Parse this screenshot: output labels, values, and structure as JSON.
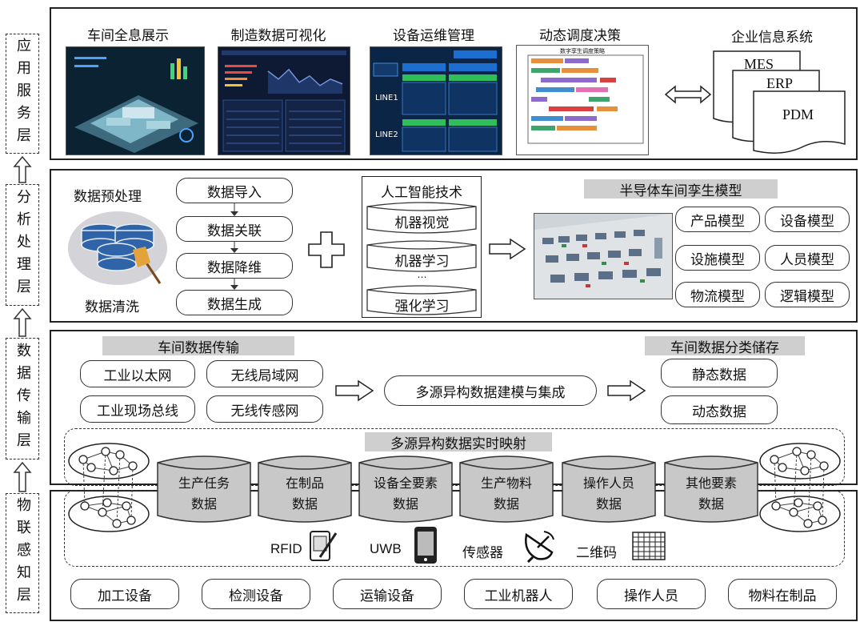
{
  "layers": {
    "app": "应用服务层",
    "analysis": "分析处理层",
    "transmission": "数据传输层",
    "iot": "物联感知层"
  },
  "app_layer": {
    "titles": [
      "车间全息展示",
      "制造数据可视化",
      "设备运维管理",
      "动态调度决策",
      "企业信息系统"
    ],
    "systems": [
      "MES",
      "ERP",
      "PDM"
    ],
    "thumb_texts": {
      "line1": "LINE1",
      "line2": "LINE2",
      "gantt_title": "数字孪生调度策略"
    }
  },
  "analysis_layer": {
    "preprocess_title": "数据预处理",
    "clean_label": "数据清洗",
    "steps": [
      "数据导入",
      "数据关联",
      "数据降维",
      "数据生成"
    ],
    "ai_title": "人工智能技术",
    "ai_items": [
      "机器视觉",
      "机器学习",
      "…",
      "强化学习"
    ],
    "twin_title": "半导体车间孪生模型",
    "models": [
      "产品模型",
      "设备模型",
      "设施模型",
      "人员模型",
      "物流模型",
      "逻辑模型"
    ]
  },
  "transmission_layer": {
    "transfer_title": "车间数据传输",
    "networks": [
      "工业以太网",
      "无线局域网",
      "工业现场总线",
      "无线传感网"
    ],
    "integration": "多源异构数据建模与集成",
    "storage_title": "车间数据分类储存",
    "storage": [
      "静态数据",
      "动态数据"
    ],
    "mapping_title": "多源异构数据实时映射"
  },
  "data_cylinders": [
    [
      "生产任务",
      "数据"
    ],
    [
      "在制品",
      "数据"
    ],
    [
      "设备全要素",
      "数据"
    ],
    [
      "生产物料",
      "数据"
    ],
    [
      "操作人员",
      "数据"
    ],
    [
      "其他要素",
      "数据"
    ]
  ],
  "iot_layer": {
    "sensors": [
      "RFID",
      "UWB",
      "传感器",
      "二维码"
    ],
    "devices": [
      "加工设备",
      "检测设备",
      "运输设备",
      "工业机器人",
      "操作人员",
      "物料在制品"
    ]
  }
}
